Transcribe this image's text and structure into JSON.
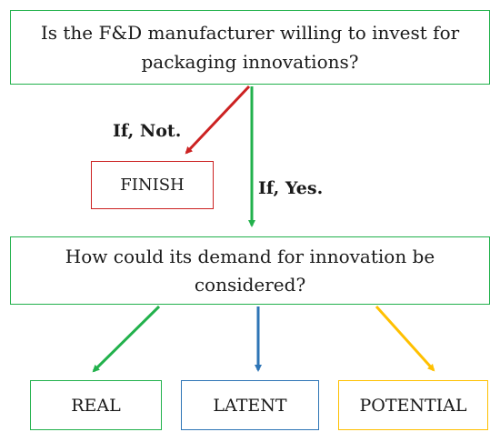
{
  "nodes": {
    "question_invest": "Is the F&D manufacturer willing to invest for packaging innovations?",
    "finish": "FINISH",
    "question_demand": "How could its demand for innovation be considered?",
    "real": "REAL",
    "latent": "LATENT",
    "potential": "POTENTIAL"
  },
  "edges": {
    "no_label": "If, Not.",
    "yes_label": "If, Yes."
  },
  "colors": {
    "green": "#22b14c",
    "red": "#cc2222",
    "blue": "#2e75b6",
    "yellow": "#ffc000"
  }
}
